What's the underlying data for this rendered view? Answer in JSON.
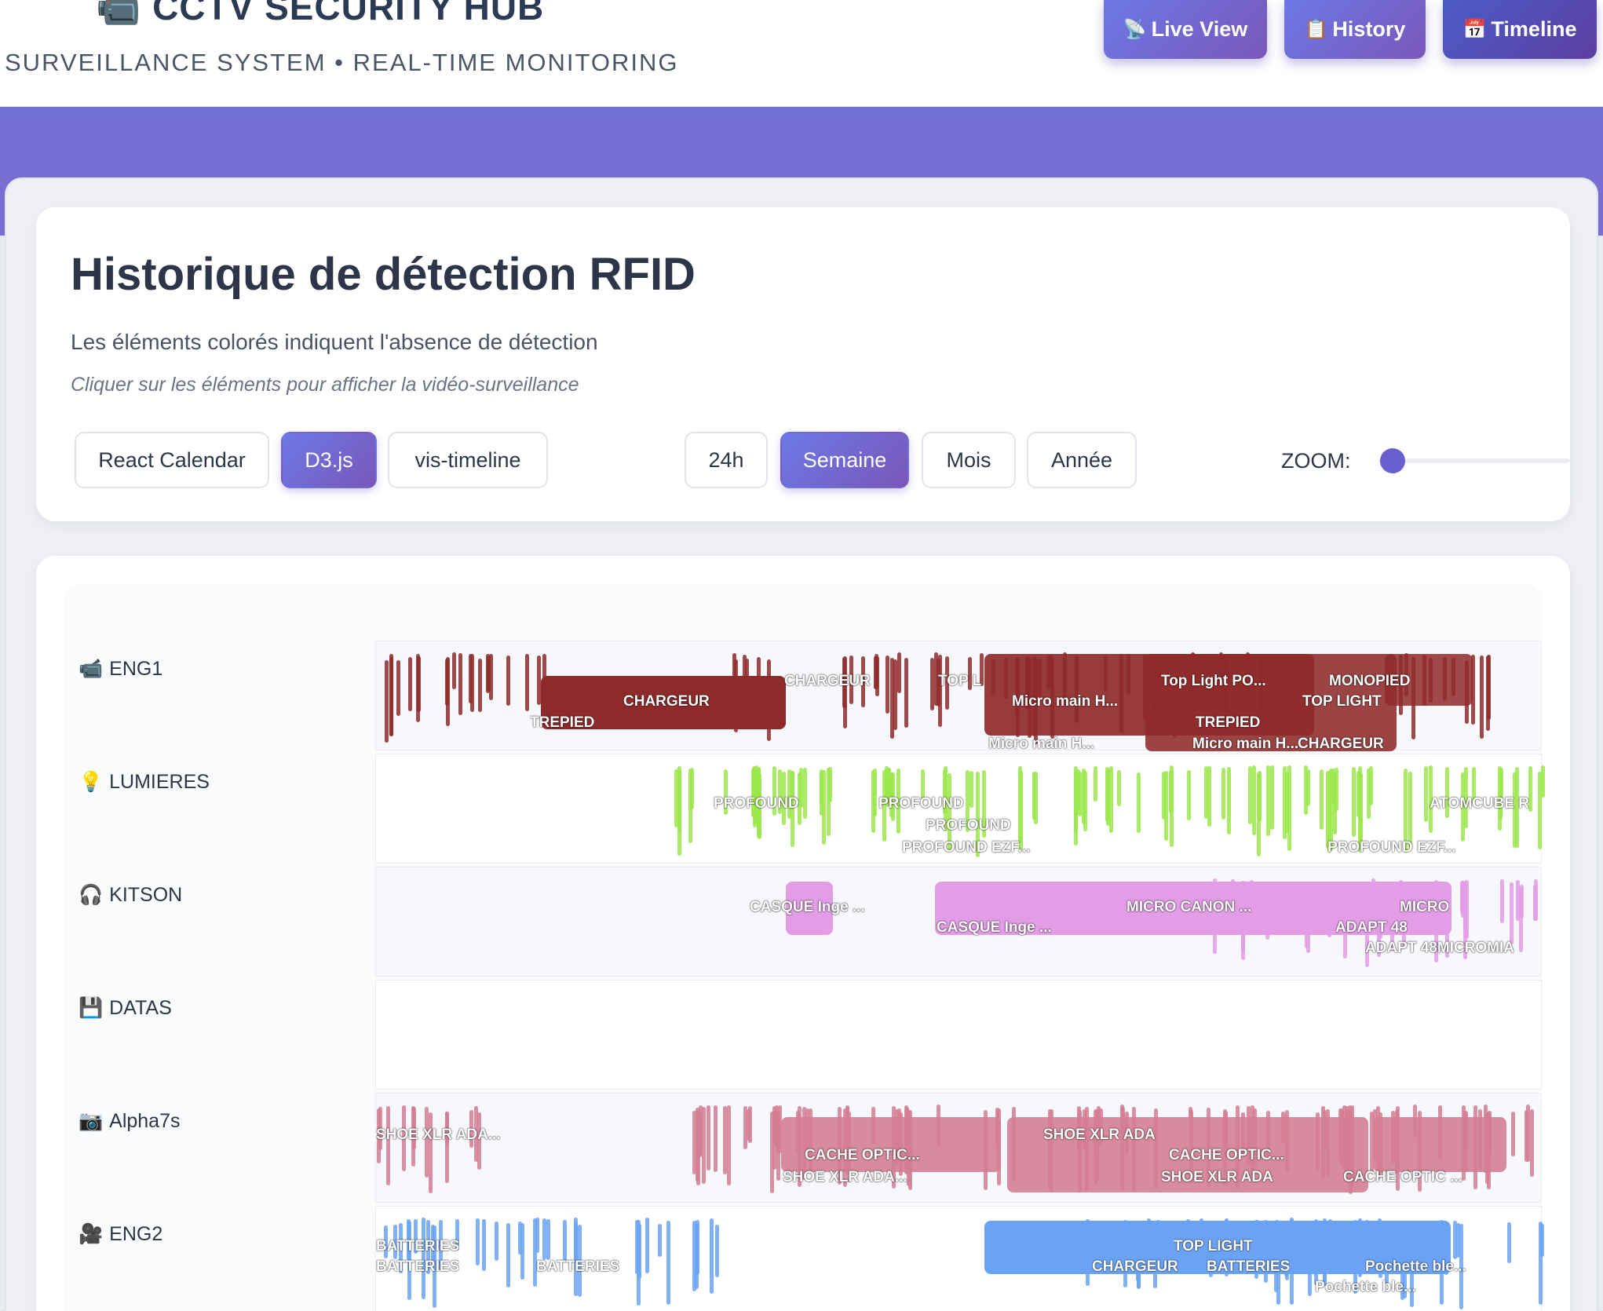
{
  "header": {
    "title": "CCTV SECURITY HUB",
    "title_icon": "video-camera-icon",
    "subtitle": "SURVEILLANCE SYSTEM • REAL-TIME MONITORING",
    "nav": [
      {
        "label": "Live View",
        "icon": "📡"
      },
      {
        "label": "History",
        "icon": "📋"
      },
      {
        "label": "Timeline",
        "icon": "📅"
      }
    ]
  },
  "panel": {
    "title": "Historique de détection RFID",
    "description": "Les éléments colorés indiquent l'absence de détection",
    "hint": "Cliquer sur les éléments pour afficher la vidéo-surveillance",
    "libraries": [
      "React Calendar",
      "D3.js",
      "vis-timeline"
    ],
    "selected_library": "D3.js",
    "periods": [
      "24h",
      "Semaine",
      "Mois",
      "Année"
    ],
    "selected_period": "Semaine",
    "zoom_label": "ZOOM:",
    "zoom_level": 0.0
  },
  "colors": {
    "ENG1": "#8f2a2a",
    "LUMIERES": "#9be84b",
    "KITSON": "#e39ce6",
    "DATAS": "#cccccc",
    "Alpha7s": "#d47d93",
    "ENG2": "#6aa3f5",
    "accent": "#6c78e6"
  },
  "timeline": {
    "rows": [
      {
        "name": "ENG1",
        "icon": "📹",
        "labels": [
          "CHARGEUR",
          "TREPIED",
          "CHARGEUR",
          "TOP L",
          "Micro main H...",
          "Top Light PO...",
          "TREPIED",
          "CHARGEUR",
          "MONOPIED",
          "TOP LIGHT",
          "MICRO",
          "Micro main H...",
          "Micro main H..."
        ]
      },
      {
        "name": "LUMIERES",
        "icon": "💡",
        "labels": [
          "PROFOUND",
          "PROFOUND",
          "PROFOUND",
          "PROFOUND EZF...",
          "PROFOUND EZF...",
          "ATOMCUBE R"
        ]
      },
      {
        "name": "KITSON",
        "icon": "🎧",
        "labels": [
          "CASQUE Inge ...",
          "CASQUE Inge ...",
          "MICRO CANON ...",
          "ADAPT 48",
          "MICRO",
          "ADAPT 48MICROMIA"
        ]
      },
      {
        "name": "DATAS",
        "icon": "💾",
        "labels": []
      },
      {
        "name": "Alpha7s",
        "icon": "📷",
        "labels": [
          "SHOE XLR ADA...",
          "CACHE OPTIC...",
          "SHOE XLR ADA...",
          "SHOE XLR ADA",
          "CACHE OPTIC...",
          "SHOE XLR ADA",
          "CACHE OPTIC ..."
        ]
      },
      {
        "name": "ENG2",
        "icon": "🎥",
        "labels": [
          "BATTERIES",
          "BATTERIES",
          "BATTERIES",
          "TOP LIGHT",
          "CHARGEUR",
          "BATTERIES",
          "Pochette ble...",
          "Pochette ble..."
        ]
      }
    ]
  }
}
